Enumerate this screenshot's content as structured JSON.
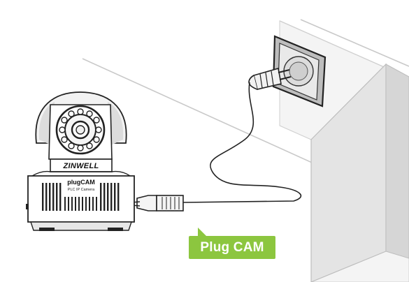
{
  "camera": {
    "brand": "ZINWELL",
    "model": "plugCAM",
    "subtitle": "PLC IP Camera"
  },
  "callout": {
    "label": "Plug CAM",
    "color": "#8cc63f"
  },
  "icons": [
    "wall-outlet-icon",
    "power-plug-icon",
    "ethernet-connector-icon",
    "ip-camera-icon"
  ]
}
